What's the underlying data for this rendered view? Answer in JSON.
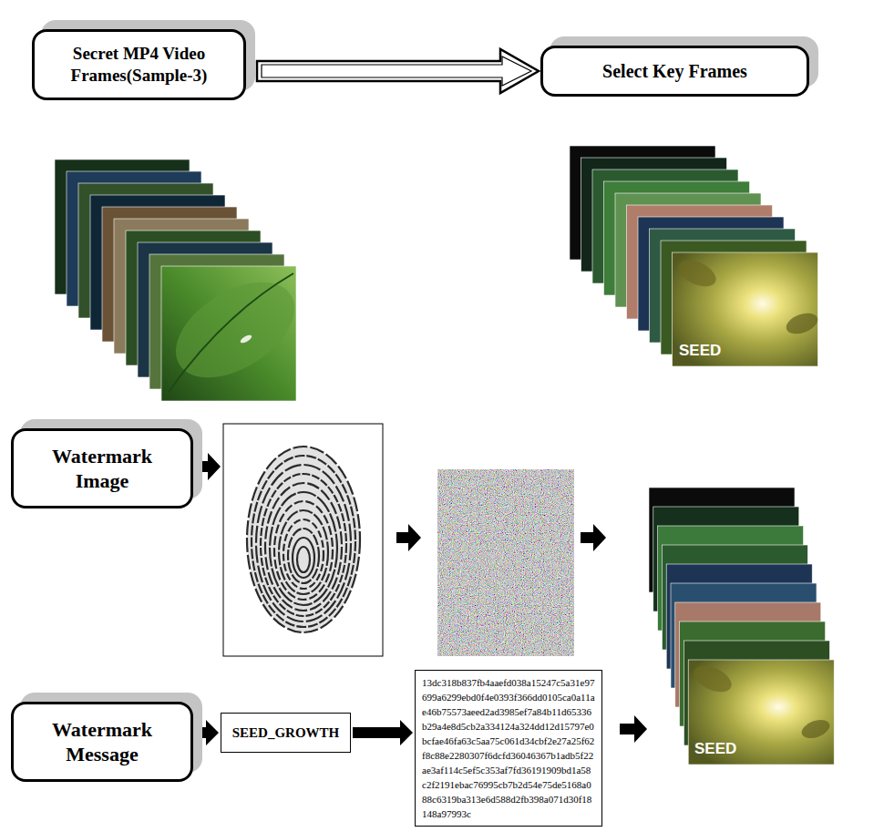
{
  "diagram": {
    "nodes": [
      {
        "text": [
          "Secret MP4 Video Frames(Sample-3)"
        ]
      },
      {
        "text": [
          "Select Key Frames"
        ]
      },
      {
        "text": [
          "Watermark Image"
        ]
      },
      {
        "text": [
          "Watermark Message"
        ]
      },
      {
        "text": [
          "SEED_GROWTH"
        ]
      },
      {
        "text": [
          "13dc318b837fb4aaefd038a15247c5a31e97699a6299ebd0f4e0393f366dd0105ca0a11ae46b75573aeed2ad3985ef7a84b11d65336b29a4e8d5cb2a334124a324dd12d15797e0bcfae46fa63c5aa75c061d34cbf2e27a25f62f8c88e2280307f6dcfd36046367b1adb5f22ae3af114c5ef5c353af7fd36191909bd1a58c2f2191ebac76995cb7b2d54e75de5168a088c6319ba313e6d588d2fb398a071d30f18148a97993c"
        ]
      }
    ],
    "edges": [
      {
        "from": 0,
        "to": 1,
        "arrow": "to"
      },
      {
        "from": 3,
        "to": 4,
        "arrow": "to"
      },
      {
        "from": 4,
        "to": 5,
        "arrow": "to"
      }
    ],
    "labels": [
      "SEED",
      "SEED"
    ]
  }
}
